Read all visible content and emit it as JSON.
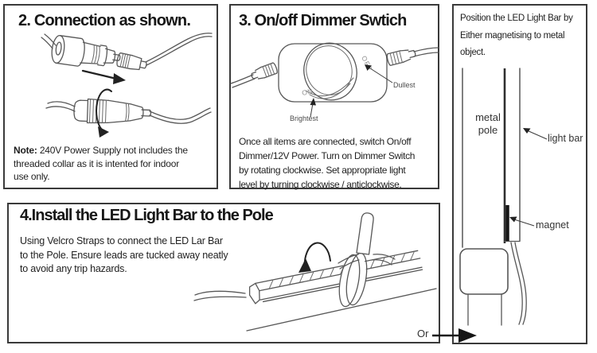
{
  "colors": {
    "border": "#3a3a3a",
    "line_art": "#575757",
    "arrow": "#222222",
    "knob_label": "#909090",
    "magnet_strip": "#161616"
  },
  "panels": {
    "connection": {
      "heading": "2. Connection as shown.",
      "note_label": "Note:",
      "note_rest": "240V Power Supply not includes the",
      "note_lines": [
        "threaded collar as it is intented for indoor",
        "use only."
      ]
    },
    "dimmer": {
      "heading": "3. On/off Dimmer Swtich",
      "body_lines": [
        "Once all items are connected, switch On/off",
        "Dimmer/12V Power. Turn on Dimmer Switch",
        "by rotating clockwise. Set appropriate light",
        "level by turning clockwise / anticlockwise."
      ],
      "labels": {
        "off": "OFF",
        "on": "ON",
        "dullest": "Dullest",
        "brightest": "Brightest"
      }
    },
    "position": {
      "intro_lines": [
        "Position the LED Light Bar by",
        "Either  magnetising  to  metal",
        "object."
      ],
      "labels": {
        "metal_pole": "metal pole",
        "light_bar": "light bar",
        "magnet": "magnet",
        "or_text": "Or"
      }
    },
    "install": {
      "heading": "4.Install the LED Light Bar to the Pole",
      "body_lines": [
        "Using Velcro Straps to connect the LED Lar Bar",
        "to the Pole. Ensure leads are tucked away neatly",
        "to avoid any trip hazards."
      ]
    }
  }
}
